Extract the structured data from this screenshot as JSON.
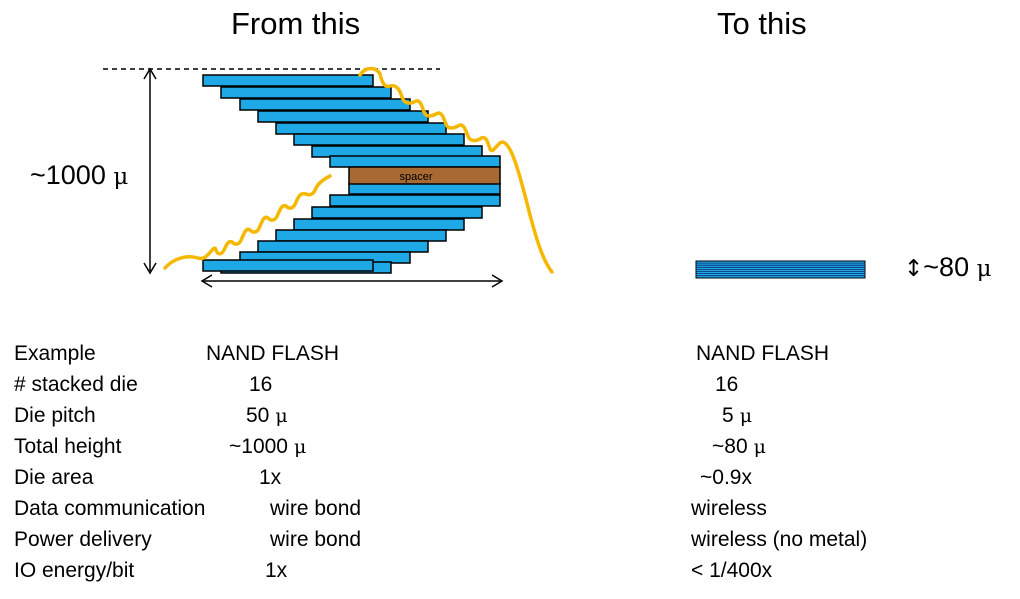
{
  "titles": {
    "left": "From this",
    "right": "To this"
  },
  "diagram": {
    "left_height_label": "~1000",
    "right_height_label": "~80",
    "micron_symbol": "μ",
    "spacer_label": "spacer",
    "double_arrow_symbol": "↕",
    "colors": {
      "die": "#1EA8E6",
      "spacer": "#A86A32",
      "wire": "#F5B800",
      "thin_die": "#1EA8E6"
    }
  },
  "table": {
    "rows": [
      {
        "label": "Example",
        "left": "NAND FLASH",
        "right": "NAND FLASH"
      },
      {
        "label": "# stacked die",
        "left": "16",
        "right": "16"
      },
      {
        "label": "Die pitch",
        "left": "50",
        "left_unit": "μ",
        "right": "5",
        "right_unit": "μ"
      },
      {
        "label": "Total height",
        "left": "~1000",
        "left_unit": "μ",
        "right": "~80",
        "right_unit": "μ"
      },
      {
        "label": "Die area",
        "left": "1x",
        "right": "~0.9x"
      },
      {
        "label": "Data communication",
        "left": "wire bond",
        "right": "wireless"
      },
      {
        "label": "Power delivery",
        "left": "wire bond",
        "right": "wireless (no metal)"
      },
      {
        "label": "IO energy/bit",
        "left": "1x",
        "right": "< 1/400x"
      }
    ]
  }
}
